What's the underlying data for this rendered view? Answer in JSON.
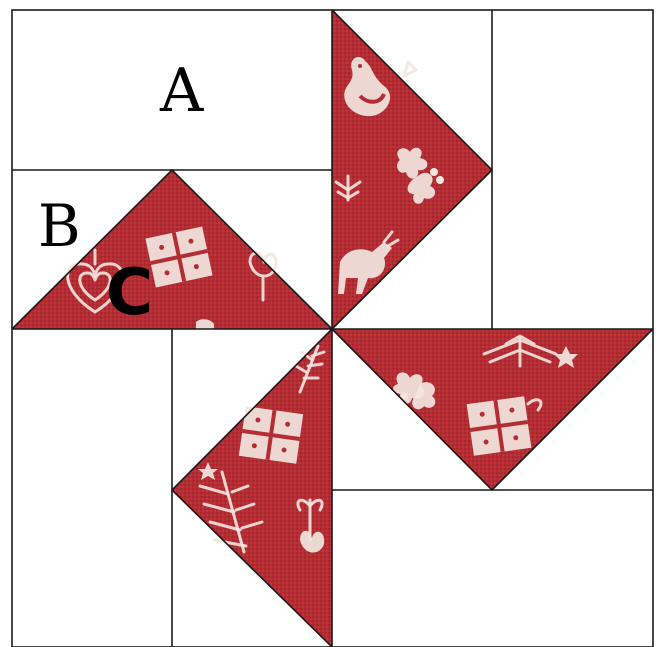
{
  "diagram": {
    "labels": {
      "a": "A",
      "b": "B",
      "c": "C"
    },
    "colors": {
      "fabric": "#b32d33",
      "fabric_dark": "#9a2228",
      "motif": "#f3e6df",
      "background": "#ffffff",
      "seam": "#1a1a1a"
    }
  }
}
